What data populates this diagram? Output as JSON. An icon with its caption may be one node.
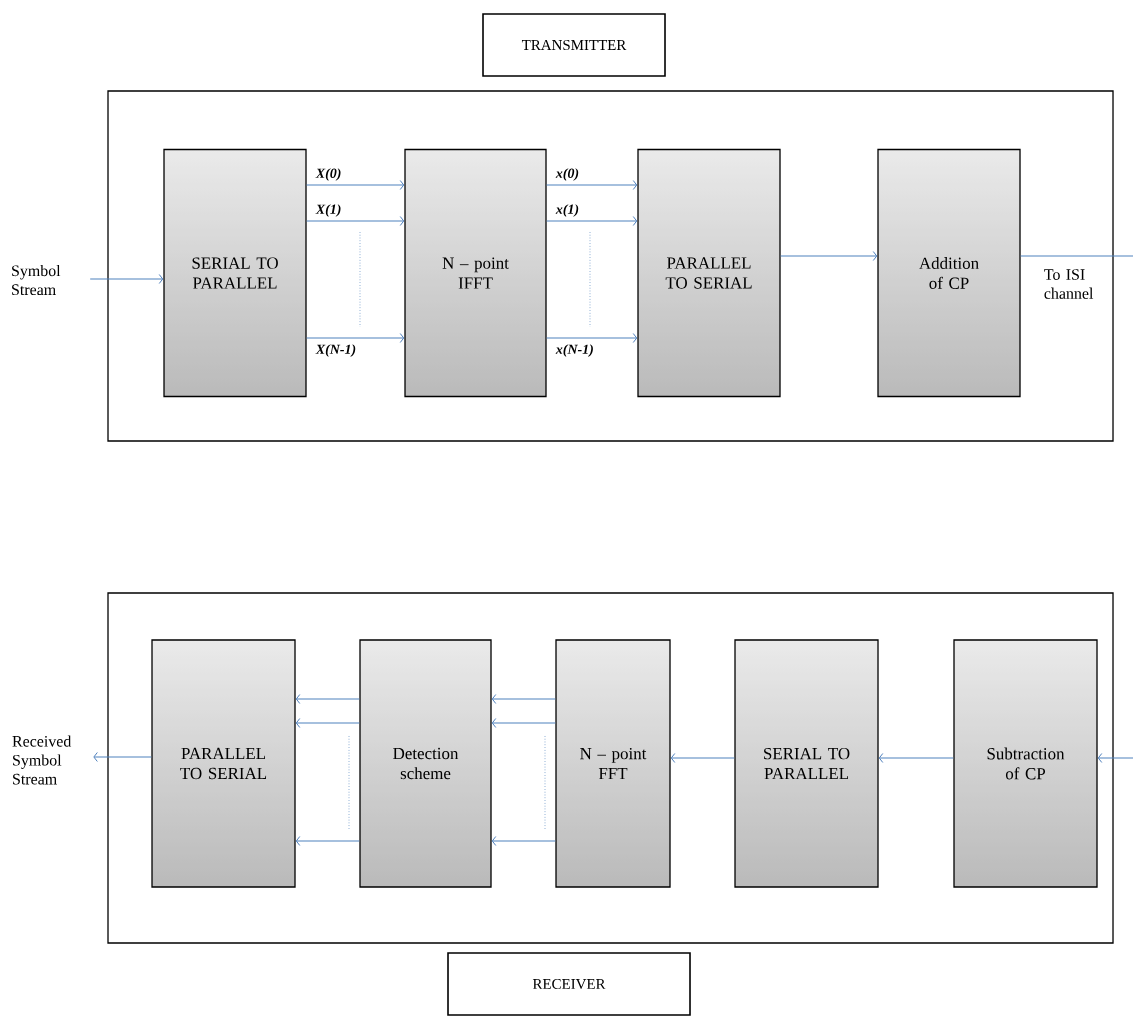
{
  "diagram": {
    "nodes": [
      {
        "text": [
          "TRANSMITTER"
        ]
      },
      {
        "text": [],
        "shape": "box"
      },
      {
        "text": [
          "Symbol Stream"
        ]
      },
      {
        "text": [
          "SERIAL TO PARALLEL"
        ],
        "in": 1
      },
      {
        "text": [
          "N – point IFFT"
        ],
        "in": 1
      },
      {
        "text": [
          "PARALLEL TO SERIAL"
        ],
        "in": 1
      },
      {
        "text": [
          "Addition of CP"
        ],
        "in": 1
      },
      {
        "text": [],
        "shape": "box"
      },
      {
        "text": [
          "Received Symbol Stream"
        ]
      },
      {
        "text": [
          "PARALLEL TO SERIAL"
        ],
        "in": 7
      },
      {
        "text": [
          "Detection scheme"
        ],
        "in": 7
      },
      {
        "text": [
          "N – point FFT"
        ],
        "in": 7
      },
      {
        "text": [
          "SERIAL TO PARALLEL"
        ],
        "in": 7
      },
      {
        "text": [
          "Subtraction of CP"
        ],
        "in": 7
      },
      {
        "text": [
          "RECEIVER"
        ]
      }
    ],
    "edges": [
      {
        "from": 2,
        "to": 3,
        "arrow": "to"
      },
      {
        "from": 3,
        "to": 4,
        "arrow": "to",
        "label": "X(0)"
      },
      {
        "from": 3,
        "to": 4,
        "arrow": "to",
        "label": "X(1)"
      },
      {
        "from": 3,
        "to": 4,
        "arrow": "to",
        "label": "X(N-1)"
      },
      {
        "from": 4,
        "to": 5,
        "arrow": "to",
        "label": "x(0)"
      },
      {
        "from": 4,
        "to": 5,
        "arrow": "to",
        "label": "x(1)"
      },
      {
        "from": 4,
        "to": 5,
        "arrow": "to",
        "label": "x(N-1)"
      },
      {
        "from": 5,
        "to": 6,
        "arrow": "to"
      },
      {
        "from": 6,
        "to": null,
        "arrow": "none",
        "label": "To ISI channel"
      },
      {
        "from": null,
        "to": 13,
        "arrow": "to"
      },
      {
        "from": 13,
        "to": 12,
        "arrow": "to"
      },
      {
        "from": 12,
        "to": 11,
        "arrow": "to"
      },
      {
        "from": 11,
        "to": 10,
        "arrow": "to"
      },
      {
        "from": 11,
        "to": 10,
        "arrow": "to"
      },
      {
        "from": 11,
        "to": 10,
        "arrow": "to"
      },
      {
        "from": 10,
        "to": 9,
        "arrow": "to"
      },
      {
        "from": 10,
        "to": 9,
        "arrow": "to"
      },
      {
        "from": 10,
        "to": 9,
        "arrow": "to"
      },
      {
        "from": 9,
        "to": 8,
        "arrow": "to"
      }
    ]
  }
}
